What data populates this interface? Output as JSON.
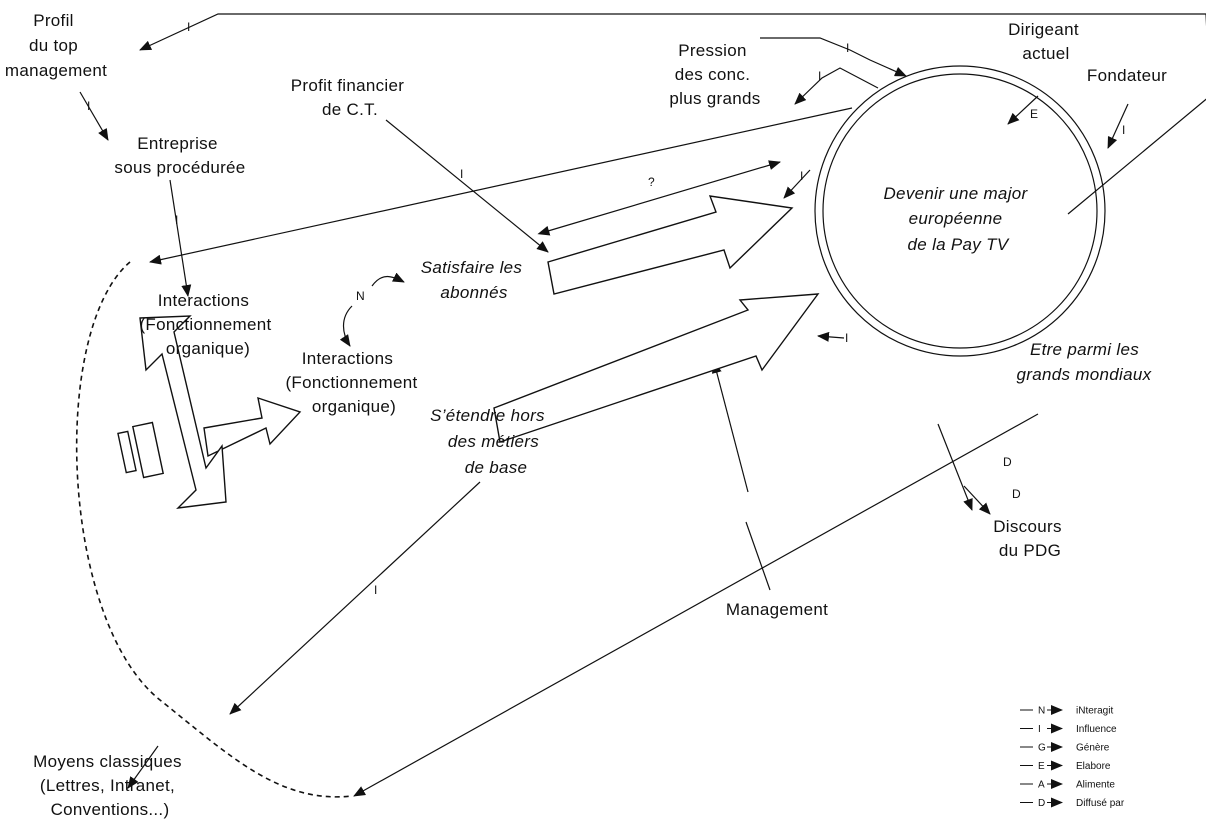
{
  "nodes": {
    "profil": [
      "Profil",
      "du top",
      "management"
    ],
    "entreprise": [
      "Entreprise",
      "sous procédurée"
    ],
    "profit": [
      "Profit financier",
      "de C.T."
    ],
    "pression": [
      "Pression",
      "des conc.",
      "plus grands"
    ],
    "dirigeant": [
      "Dirigeant",
      "actuel"
    ],
    "fondateur": "Fondateur",
    "center": [
      "Devenir une major",
      "européenne",
      "de la Pay TV"
    ],
    "satisfaire": [
      "Satisfaire les",
      "abonnés"
    ],
    "interactions1": [
      "Interactions",
      "(Fonctionnement",
      "organique)"
    ],
    "interactions2": [
      "Interactions",
      "(Fonctionnement",
      "organique)"
    ],
    "etendre": [
      "S’étendre hors",
      "des métiers",
      "de base"
    ],
    "etre_parmi": [
      "Etre parmi les",
      "grands mondiaux"
    ],
    "discours": [
      "Discours",
      "du PDG"
    ],
    "management": "Management",
    "moyens": [
      "Moyens classiques",
      "(Lettres, Intranet,",
      "Conventions...)"
    ]
  },
  "link_codes": {
    "profil_in": "I",
    "profil_to_entreprise": "I",
    "entreprise_to_interactions": "I",
    "pression_top": "I",
    "pression_side": "I",
    "dirigeant": "E",
    "fondateur": "I",
    "profit": "I",
    "circle_in": "I",
    "question": "?",
    "interagit": "N",
    "mid_right": "I",
    "discours_1": "D",
    "discours_2": "D",
    "etendre_down": "I"
  },
  "legend": [
    {
      "code": "N",
      "label": "iNteragit"
    },
    {
      "code": "I",
      "label": "Influence"
    },
    {
      "code": "G",
      "label": "Génère"
    },
    {
      "code": "E",
      "label": "Elabore"
    },
    {
      "code": "A",
      "label": "Alimente"
    },
    {
      "code": "D",
      "label": "Diffusé par"
    }
  ]
}
